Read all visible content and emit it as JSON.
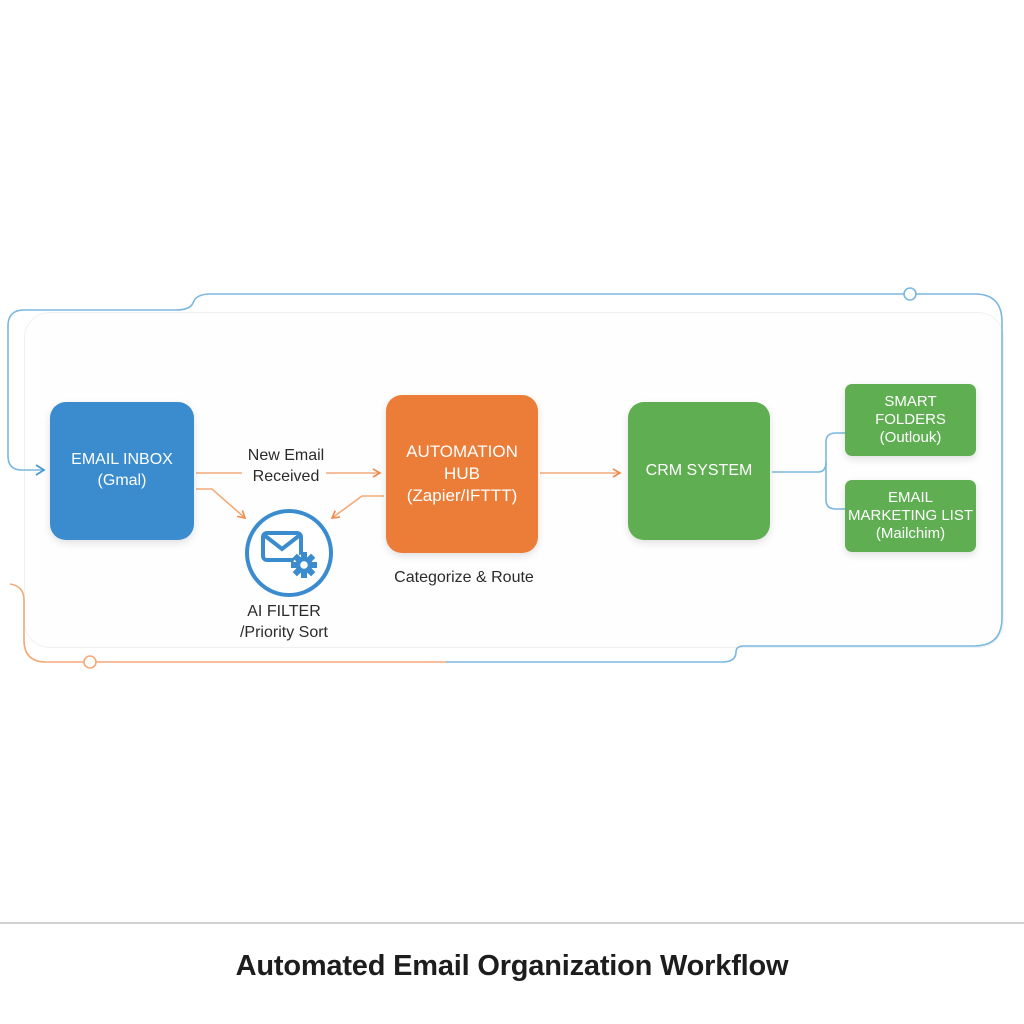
{
  "diagram": {
    "title": "Automated Email Organization Workflow",
    "colors": {
      "source_blue": "#3a8ccf",
      "hub_orange": "#ec7d38",
      "destination_green": "#5fae52",
      "connector_blue": "#7ab8e0",
      "connector_orange": "#f4a978"
    },
    "nodes": {
      "inbox": {
        "line1": "EMAIL INBOX",
        "line2": "(Gmal)"
      },
      "hub": {
        "line1": "AUTOMATION",
        "line2": "HUB",
        "line3": "(Zapier/IFTTT)"
      },
      "crm": {
        "line1": "CRM SYSTEM"
      },
      "smart_folders": {
        "line1": "SMART",
        "line2": "FOLDERS",
        "line3": "(Outlouk)"
      },
      "marketing_list": {
        "line1": "EMAIL",
        "line2": "MARKETING LIST",
        "line3": "(Mailchim)"
      },
      "ai_filter": {
        "icon": "email-gear-icon",
        "line1": "AI FILTER",
        "line2": "/Priority Sort"
      }
    },
    "edge_labels": {
      "inbox_to_hub_1": "New Email",
      "inbox_to_hub_2": "Received",
      "hub_caption": "Categorize & Route"
    },
    "edges": [
      {
        "from": "inbox",
        "to": "hub",
        "label": "New Email Received",
        "color": "orange"
      },
      {
        "from": "inbox",
        "to": "ai_filter",
        "color": "orange"
      },
      {
        "from": "hub",
        "to": "ai_filter",
        "color": "orange"
      },
      {
        "from": "hub",
        "to": "crm",
        "color": "orange"
      },
      {
        "from": "crm",
        "to": "smart_folders",
        "color": "blue"
      },
      {
        "from": "crm",
        "to": "marketing_list",
        "color": "blue"
      },
      {
        "from": "loop",
        "to": "inbox",
        "color": "blue"
      }
    ]
  }
}
